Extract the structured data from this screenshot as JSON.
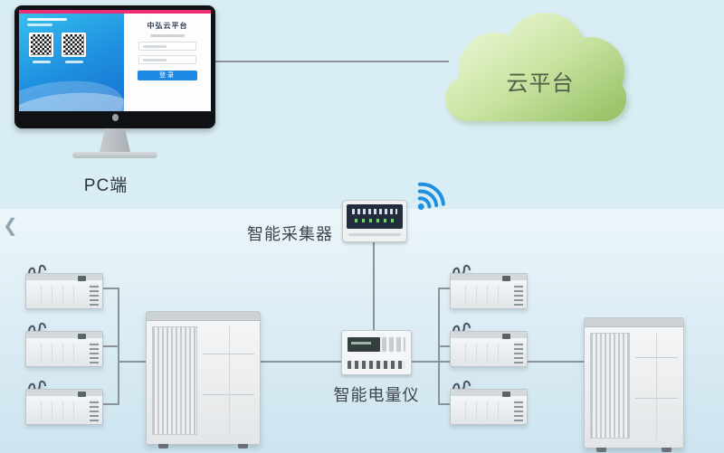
{
  "page": {
    "background_top": "#d9edf4",
    "band_top": "#ecf6fa",
    "band_bottom": "#cde4ef",
    "line_color": "#8b939a"
  },
  "pc": {
    "label": "PC端",
    "screen": {
      "title": "中弘云平台",
      "login_button": "登录"
    }
  },
  "cloud": {
    "label": "云平台",
    "fill_top": "#eef8da",
    "fill_bottom": "#a3cb72"
  },
  "collector": {
    "label": "智能采集器"
  },
  "meter": {
    "label": "智能电量仪"
  },
  "devices": {
    "indoor_unit_count": 6,
    "outdoor_unit_count": 2
  },
  "colors": {
    "accent_blue": "#1e88e5",
    "wifi_blue": "#1f8fe0",
    "magenta_strip": "#ec2f74"
  },
  "icons": {
    "chevron_left_icon": "❮",
    "wifi_icon": "blue-arcs",
    "apple_logo_icon": "gray-shape",
    "qr_code_icon": "checkerboard"
  }
}
